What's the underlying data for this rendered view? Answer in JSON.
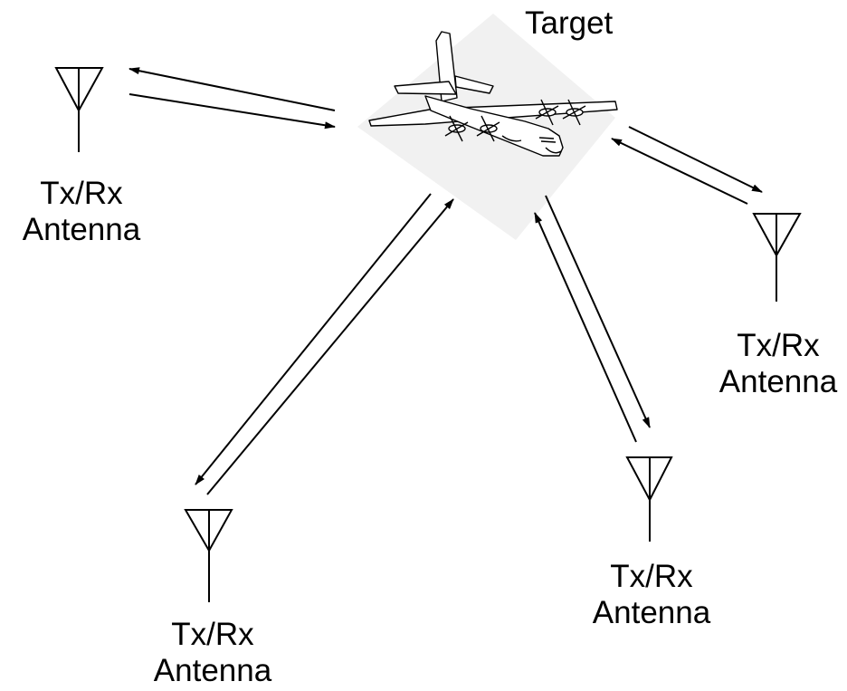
{
  "target": {
    "label": "Target"
  },
  "antennas": [
    {
      "line1": "Tx/Rx",
      "line2": "Antenna"
    },
    {
      "line1": "Tx/Rx",
      "line2": "Antenna"
    },
    {
      "line1": "Tx/Rx",
      "line2": "Antenna"
    },
    {
      "line1": "Tx/Rx",
      "line2": "Antenna"
    }
  ]
}
